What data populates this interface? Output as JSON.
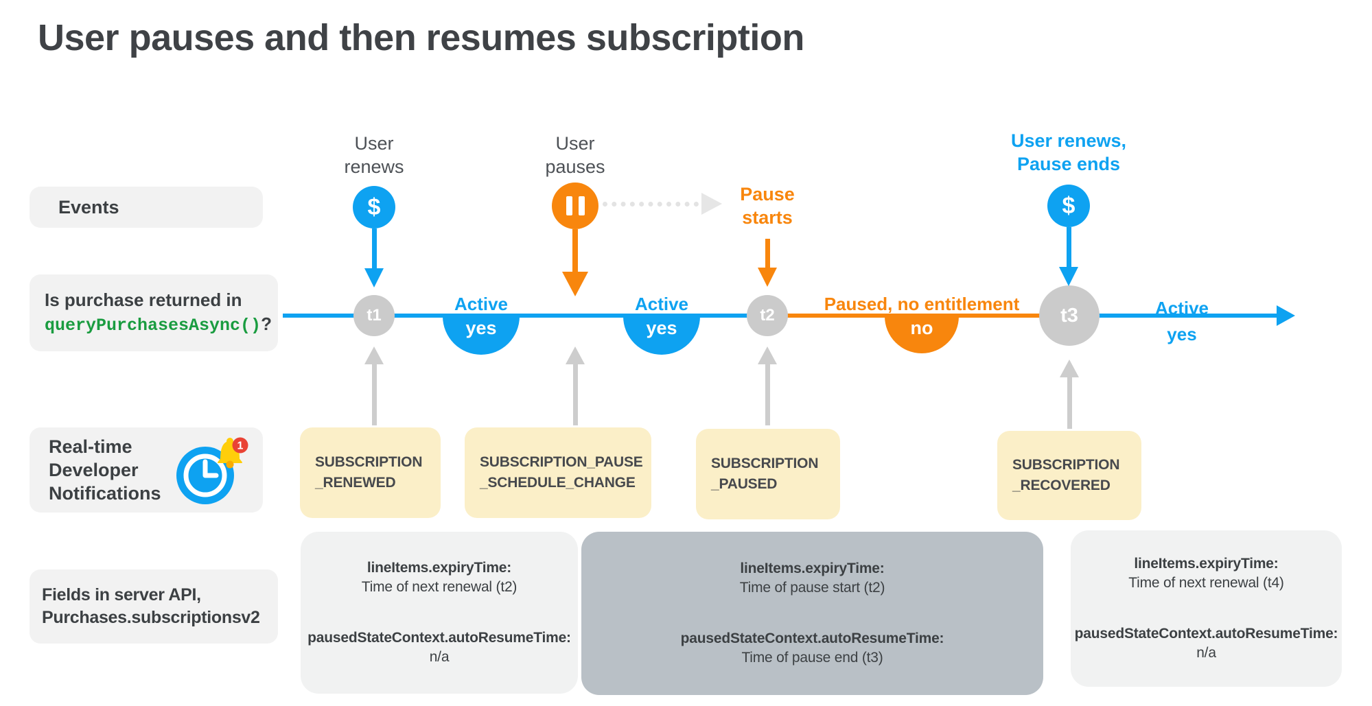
{
  "title": "User pauses and then resumes subscription",
  "row_labels": {
    "events": "Events",
    "purchase_line1": "Is purchase returned in",
    "purchase_code": "queryPurchasesAsync()",
    "purchase_suffix": "?",
    "rtdn_line1": "Real-time",
    "rtdn_line2": "Developer",
    "rtdn_line3": "Notifications",
    "rtdn_badge_count": "1",
    "fields_line1": "Fields in server API,",
    "fields_line2": "Purchases.subscriptionsv2"
  },
  "timeline": {
    "markers": [
      {
        "label": "t1"
      },
      {
        "label": "t2"
      },
      {
        "label": "t3"
      }
    ],
    "events": [
      {
        "line1": "User",
        "line2": "renews",
        "icon": "$"
      },
      {
        "line1": "User",
        "line2": "pauses",
        "icon": "pause"
      },
      {
        "line1": "Pause",
        "line2": "starts"
      },
      {
        "line1": "User renews,",
        "line2": "Pause ends",
        "icon": "$"
      }
    ],
    "states": [
      {
        "label": "Active",
        "value": "yes"
      },
      {
        "label": "Active",
        "value": "yes"
      },
      {
        "label": "Paused, no entitlement",
        "value": "no"
      },
      {
        "label": "Active",
        "value": "yes"
      }
    ]
  },
  "notifications": [
    {
      "line1": "SUBSCRIPTION",
      "line2": "_RENEWED"
    },
    {
      "line1": "SUBSCRIPTION_PAUSE",
      "line2": "_SCHEDULE_CHANGE"
    },
    {
      "line1": "SUBSCRIPTION",
      "line2": "_PAUSED"
    },
    {
      "line1": "SUBSCRIPTION",
      "line2": "_RECOVERED"
    }
  ],
  "api_fields": [
    {
      "field1": "lineItems.expiryTime:",
      "value1": "Time of next renewal (t2)",
      "field2": "pausedStateContext.autoResumeTime:",
      "value2": "n/a"
    },
    {
      "field1": "lineItems.expiryTime:",
      "value1": "Time of pause start (t2)",
      "field2": "pausedStateContext.autoResumeTime:",
      "value2": "Time of pause end (t3)"
    },
    {
      "field1": "lineItems.expiryTime:",
      "value1": "Time of next renewal (t4)",
      "field2": "pausedStateContext.autoResumeTime:",
      "value2": "n/a"
    }
  ],
  "colors": {
    "blue": "#0EA2F1",
    "orange": "#F8860D",
    "gray_marker": "#CBCBCB",
    "gray_arrow": "#CDCDCD",
    "yellow_box": "#FBEFC8",
    "light_box": "#F2F2F2",
    "dark_api_box": "#B9C0C6",
    "green_code": "#1A9C40",
    "text_dark": "#3C4043",
    "badge_red": "#E94335",
    "bell_yellow": "#FFCE0A"
  }
}
